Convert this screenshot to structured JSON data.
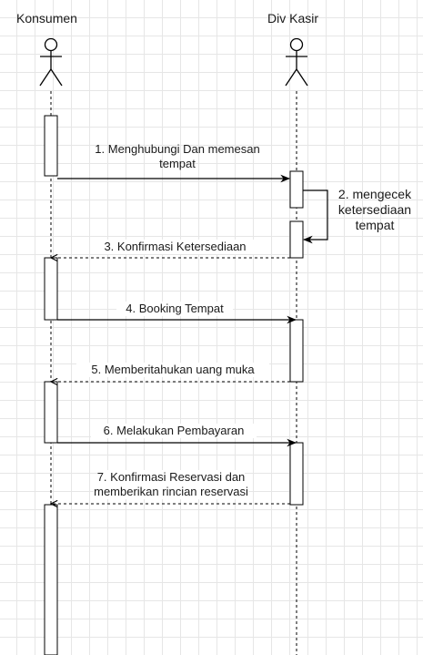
{
  "actors": [
    {
      "name": "Konsumen"
    },
    {
      "name": "Div Kasir"
    }
  ],
  "messages": [
    {
      "lines": [
        "1. Menghubungi Dan memesan",
        "tempat"
      ],
      "kind": "sync"
    },
    {
      "lines": [
        "2. mengecek",
        "ketersediaan",
        "tempat"
      ],
      "kind": "self"
    },
    {
      "lines": [
        "3. Konfirmasi Ketersediaan"
      ],
      "kind": "return"
    },
    {
      "lines": [
        "4. Booking Tempat"
      ],
      "kind": "sync"
    },
    {
      "lines": [
        "5. Memberitahukan uang muka"
      ],
      "kind": "return"
    },
    {
      "lines": [
        "6. Melakukan Pembayaran"
      ],
      "kind": "sync"
    },
    {
      "lines": [
        "7. Konfirmasi Reservasi dan",
        "memberikan rincian reservasi"
      ],
      "kind": "return"
    }
  ]
}
